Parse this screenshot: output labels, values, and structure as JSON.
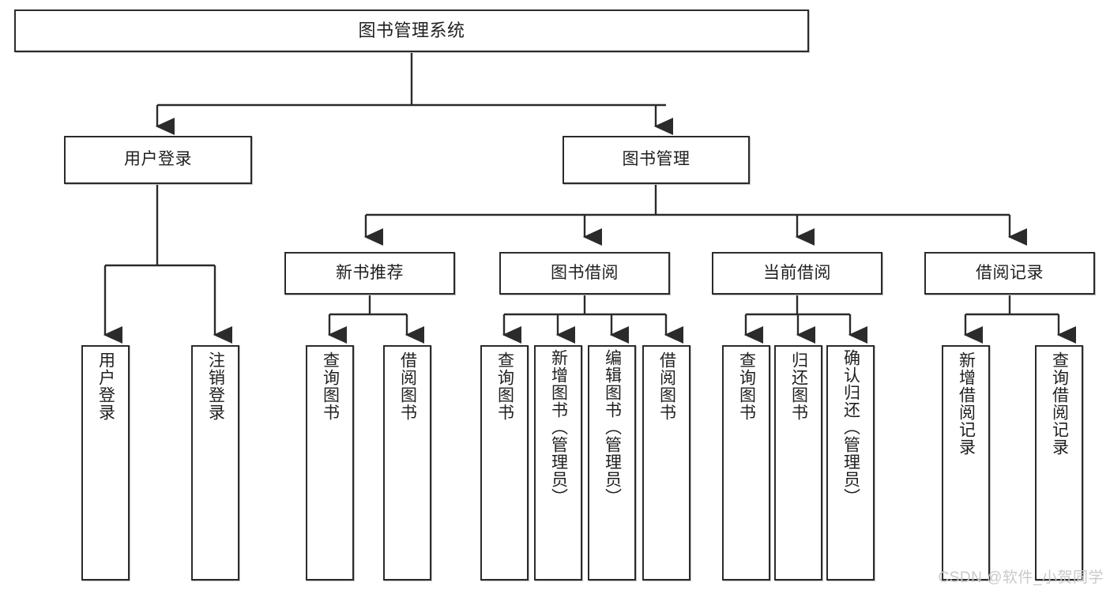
{
  "diagram": {
    "title": "图书管理系统",
    "type": "tree",
    "watermark": "CSDN @软件_小贺同学",
    "colors": {
      "border": "#2b2b2b",
      "background": "#ffffff",
      "text": "#1f1f1f",
      "connector": "#2b2b2b",
      "watermark": "#c9c9c9"
    },
    "root": {
      "label": "图书管理系统"
    },
    "level1": [
      {
        "label": "用户登录"
      },
      {
        "label": "图书管理"
      }
    ],
    "level2": [
      {
        "label": "新书推荐"
      },
      {
        "label": "图书借阅"
      },
      {
        "label": "当前借阅"
      },
      {
        "label": "借阅记录"
      }
    ],
    "leaves": {
      "user_login": [
        {
          "label": "用户登录"
        },
        {
          "label": "注销登录"
        }
      ],
      "new_book_recommend": [
        {
          "label": "查询图书"
        },
        {
          "label": "借阅图书"
        }
      ],
      "book_borrow": [
        {
          "label": "查询图书"
        },
        {
          "label": "新增图书（管理员）"
        },
        {
          "label": "编辑图书（管理员）"
        },
        {
          "label": "借阅图书"
        }
      ],
      "current_borrow": [
        {
          "label": "查询图书"
        },
        {
          "label": "归还图书"
        },
        {
          "label": "确认归还（管理员）"
        }
      ],
      "borrow_records": [
        {
          "label": "新增借阅记录"
        },
        {
          "label": "查询借阅记录"
        }
      ]
    }
  }
}
